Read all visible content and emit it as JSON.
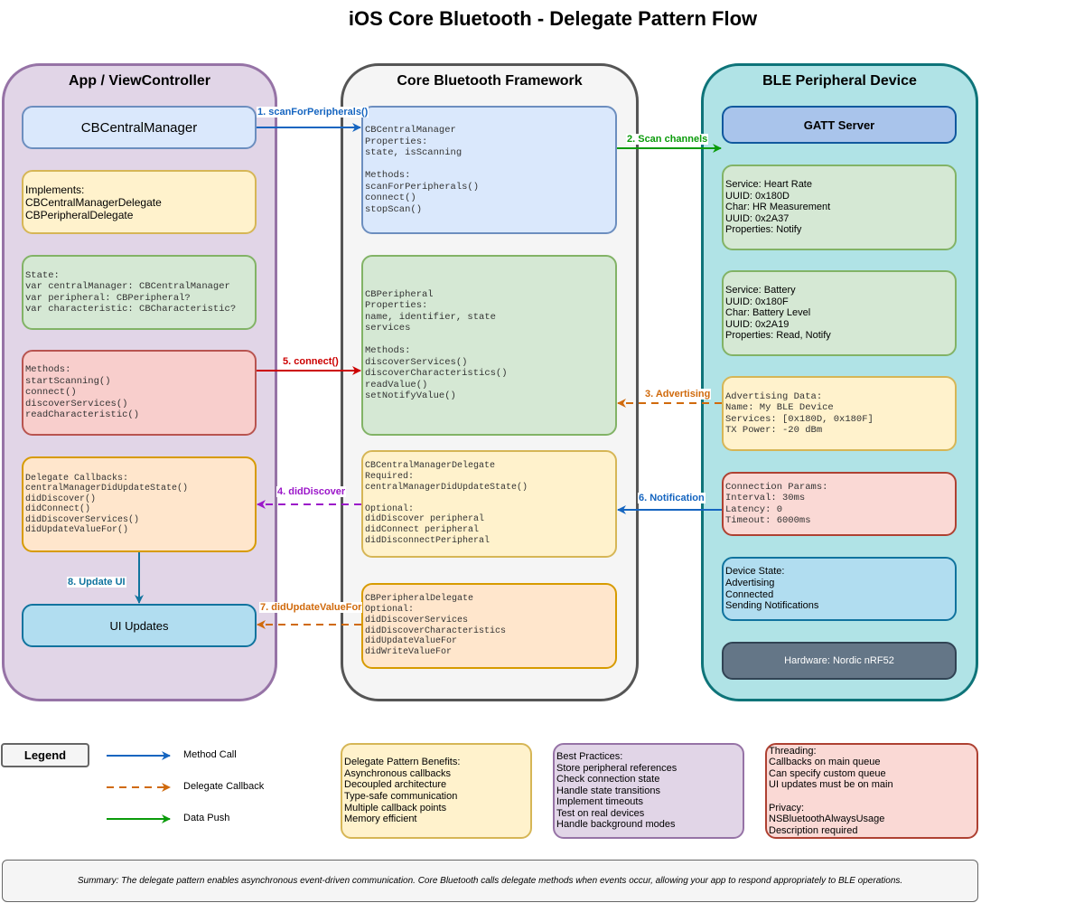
{
  "title": "iOS Core Bluetooth - Delegate Pattern Flow",
  "colors": {
    "method_call": "#1565c0",
    "delegate_callback": "#d06a0c",
    "data_push": "#0a9b0a",
    "connect": "#cc0000",
    "did_discover": "#9b16c9",
    "update_ui": "#10739e"
  },
  "lanes": {
    "app": {
      "title": "App / ViewController",
      "central_manager": "CBCentralManager",
      "implements": "Implements:\nCBCentralManagerDelegate\nCBPeripheralDelegate",
      "state": "State:\nvar centralManager: CBCentralManager\nvar peripheral: CBPeripheral?\nvar characteristic: CBCharacteristic?",
      "methods": "Methods:\nstartScanning()\nconnect()\ndiscoverServices()\nreadCharacteristic()",
      "callbacks": "Delegate Callbacks:\ncentralManagerDidUpdateState()\ndidDiscover()\ndidConnect()\ndidDiscoverServices()\ndidUpdateValueFor()",
      "ui_updates": "UI Updates"
    },
    "framework": {
      "title": "Core Bluetooth Framework",
      "central_manager": "CBCentralManager\nProperties:\nstate, isScanning\n\nMethods:\nscanForPeripherals()\nconnect()\nstopScan()",
      "peripheral": "CBPeripheral\nProperties:\nname, identifier, state\nservices\n\nMethods:\ndiscoverServices()\ndiscoverCharacteristics()\nreadValue()\nsetNotifyValue()",
      "central_delegate": "CBCentralManagerDelegate\nRequired:\ncentralManagerDidUpdateState()\n\nOptional:\ndidDiscover peripheral\ndidConnect peripheral\ndidDisconnectPeripheral",
      "peripheral_delegate": "CBPeripheralDelegate\nOptional:\ndidDiscoverServices\ndidDiscoverCharacteristics\ndidUpdateValueFor\ndidWriteValueFor"
    },
    "peripheral": {
      "title": "BLE Peripheral Device",
      "gatt": "GATT Server",
      "heart_rate": "Service: Heart Rate\nUUID: 0x180D\nChar: HR Measurement\nUUID: 0x2A37\nProperties: Notify",
      "battery": "Service: Battery\nUUID: 0x180F\nChar: Battery Level\nUUID: 0x2A19\nProperties: Read, Notify",
      "advertising": "Advertising Data:\nName: My BLE Device\nServices: [0x180D, 0x180F]\nTX Power: -20 dBm",
      "connection": "Connection Params:\nInterval: 30ms\nLatency: 0\nTimeout: 6000ms",
      "device_state": "Device State:\nAdvertising\nConnected\nSending Notifications",
      "hardware": "Hardware: Nordic nRF52"
    }
  },
  "edges": [
    {
      "id": "e1",
      "label": "1. scanForPeripherals()",
      "style": "method_call"
    },
    {
      "id": "e2",
      "label": "2. Scan channels",
      "style": "data_push"
    },
    {
      "id": "e3",
      "label": "3. Advertising",
      "style": "delegate_callback"
    },
    {
      "id": "e4",
      "label": "4. didDiscover",
      "style": "did_discover"
    },
    {
      "id": "e5",
      "label": "5. connect()",
      "style": "connect"
    },
    {
      "id": "e6",
      "label": "6. Notification",
      "style": "method_call"
    },
    {
      "id": "e7",
      "label": "7. didUpdateValueFor",
      "style": "delegate_callback"
    },
    {
      "id": "e8",
      "label": "8. Update UI",
      "style": "update_ui"
    }
  ],
  "legend": {
    "title": "Legend",
    "items": [
      {
        "label": "Method Call",
        "style": "method_call"
      },
      {
        "label": "Delegate Callback",
        "style": "delegate_callback"
      },
      {
        "label": "Data Push",
        "style": "data_push"
      }
    ]
  },
  "notes": {
    "benefits": "Delegate Pattern Benefits:\nAsynchronous callbacks\nDecoupled architecture\nType-safe communication\nMultiple callback points\nMemory efficient",
    "best_practices": "Best Practices:\nStore peripheral references\nCheck connection state\nHandle state transitions\nImplement timeouts\nTest on real devices\nHandle background modes",
    "threading": "Threading:\nCallbacks on main queue\nCan specify custom queue\nUI updates must be on main\n\nPrivacy:\nNSBluetoothAlwaysUsage\nDescription required"
  },
  "summary": "Summary: The delegate pattern enables asynchronous event-driven communication. Core Bluetooth calls delegate methods when events occur, allowing your app to respond appropriately to BLE operations."
}
